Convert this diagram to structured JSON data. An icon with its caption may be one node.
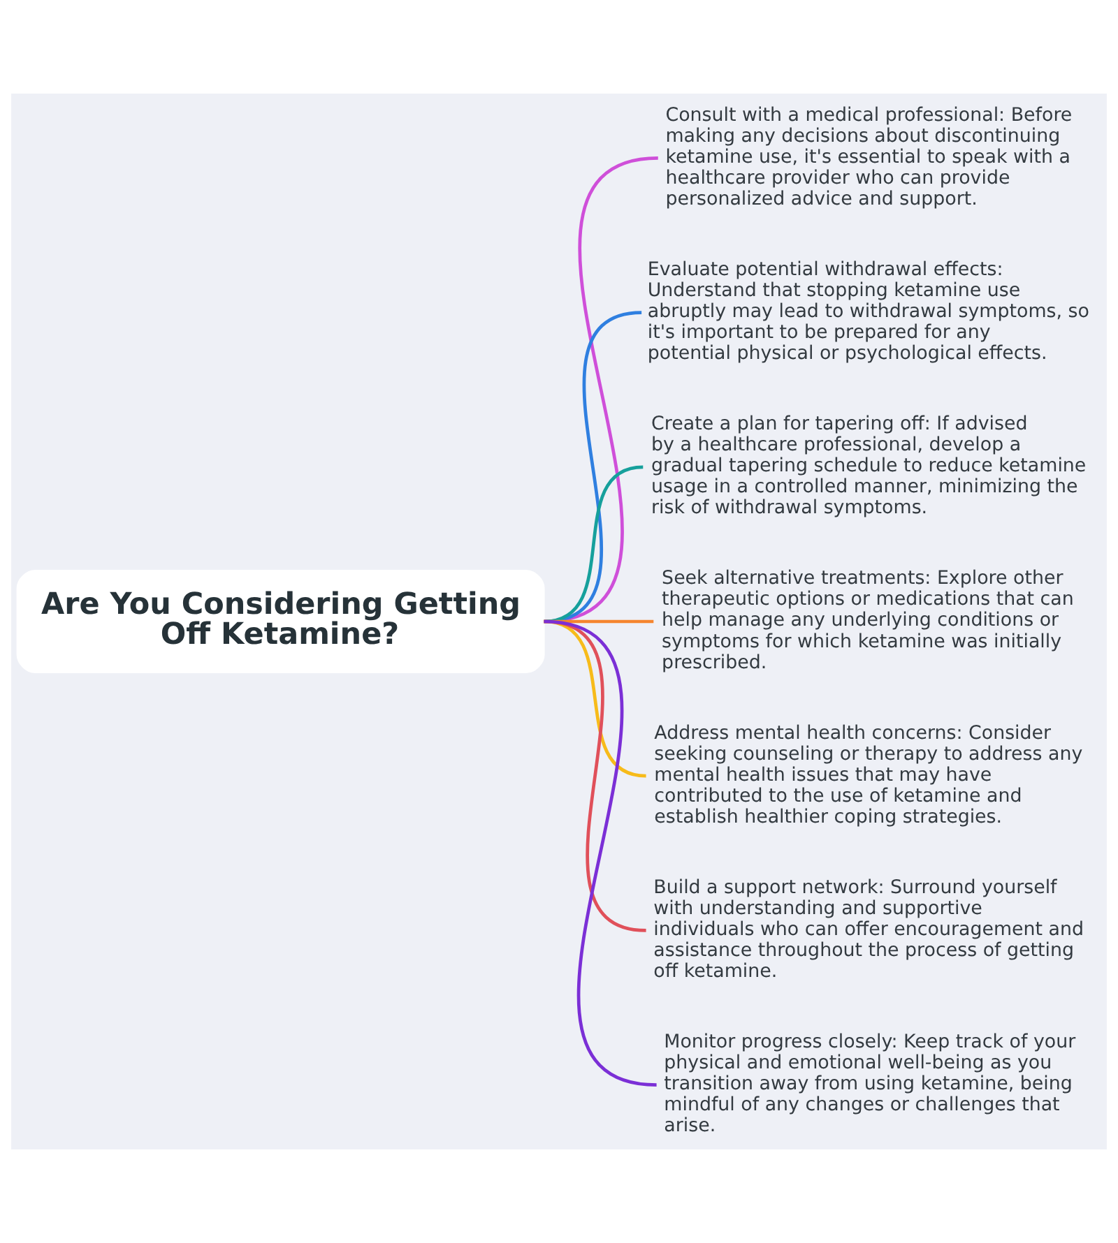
{
  "diagram": {
    "nodes": [
      {
        "text": [
          "Are You Considering Getting Off Ketamine?"
        ]
      },
      {
        "text": [
          "Consult with a medical professional: Before making any decisions about discontinuing ketamine use, it's essential to speak with a healthcare provider who can provide personalized advice and support."
        ]
      },
      {
        "text": [
          "Evaluate potential withdrawal effects: Understand that stopping ketamine use abruptly may lead to withdrawal symptoms, so it's important to be prepared for any potential physical or psychological effects."
        ]
      },
      {
        "text": [
          "Create a plan for tapering off: If advised by a healthcare professional, develop a gradual tapering schedule to reduce ketamine usage in a controlled manner, minimizing the risk of withdrawal symptoms."
        ]
      },
      {
        "text": [
          "Seek alternative treatments: Explore other therapeutic options or medications that can help manage any underlying conditions or symptoms for which ketamine was initially prescribed."
        ]
      },
      {
        "text": [
          "Address mental health concerns: Consider seeking counseling or therapy to address any mental health issues that may have contributed to the use of ketamine and establish healthier coping strategies."
        ]
      },
      {
        "text": [
          "Build a support network: Surround yourself with understanding and supportive individuals who can offer encouragement and assistance throughout the process of getting off ketamine."
        ]
      },
      {
        "text": [
          "Monitor progress closely: Keep track of your physical and emotional well-being as you transition away from using ketamine, being mindful of any changes or challenges that arise."
        ]
      }
    ],
    "edges": [
      {
        "from": 0,
        "to": 1,
        "arrow": "none",
        "color": "#cf4fd9"
      },
      {
        "from": 0,
        "to": 2,
        "arrow": "none",
        "color": "#2f7fe0"
      },
      {
        "from": 0,
        "to": 3,
        "arrow": "none",
        "color": "#16a09c"
      },
      {
        "from": 0,
        "to": 4,
        "arrow": "none",
        "color": "#f5852f"
      },
      {
        "from": 0,
        "to": 5,
        "arrow": "none",
        "color": "#f7bb1a"
      },
      {
        "from": 0,
        "to": 6,
        "arrow": "none",
        "color": "#e0505a"
      },
      {
        "from": 0,
        "to": 7,
        "arrow": "none",
        "color": "#7b2fd6"
      }
    ]
  }
}
